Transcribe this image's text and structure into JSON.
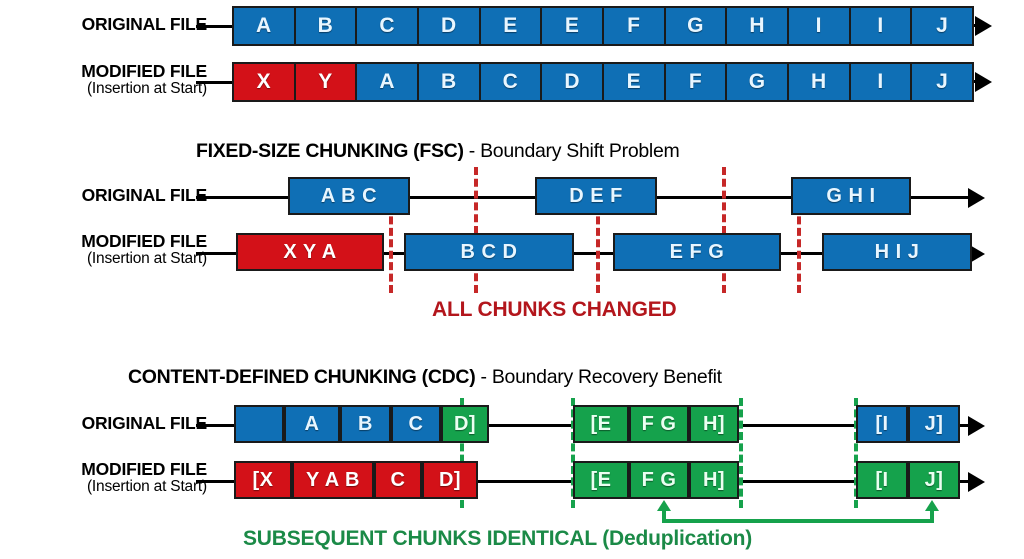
{
  "labels": {
    "original": "ORIGINAL FILE",
    "modified_main": "MODIFIED FILE",
    "modified_sub": "(Insertion at Start)"
  },
  "sections": {
    "top": {
      "original_cells": [
        "A",
        "B",
        "C",
        "D",
        "E",
        "E",
        "F",
        "G",
        "H",
        "I",
        "I",
        "J"
      ],
      "original_colors": [
        "blue",
        "blue",
        "blue",
        "blue",
        "blue",
        "blue",
        "blue",
        "blue",
        "blue",
        "blue",
        "blue",
        "blue"
      ],
      "modified_cells": [
        "X",
        "Y",
        "A",
        "B",
        "C",
        "D",
        "E",
        "F",
        "G",
        "H",
        "I",
        "J"
      ],
      "modified_colors": [
        "red",
        "red",
        "blue",
        "blue",
        "blue",
        "blue",
        "blue",
        "blue",
        "blue",
        "blue",
        "blue",
        "blue"
      ]
    },
    "fsc": {
      "title_strong": "FIXED-SIZE CHUNKING (FSC)",
      "title_light": " - Boundary Shift Problem",
      "original_chunks": [
        {
          "text": "A B C",
          "color": "blue"
        },
        {
          "text": "D E F",
          "color": "blue"
        },
        {
          "text": "G H I",
          "color": "blue"
        }
      ],
      "modified_chunks": [
        {
          "text": "X Y A",
          "color": "red"
        },
        {
          "text": "B C D",
          "color": "blue"
        },
        {
          "text": "E F G",
          "color": "blue"
        },
        {
          "text": "H I J",
          "color": "blue"
        }
      ],
      "caption": "ALL CHUNKS CHANGED",
      "caption_color": "#b3161c",
      "boundary_color": "#c62828"
    },
    "cdc": {
      "title_strong": "CONTENT-DEFINED CHUNKING (CDC)",
      "title_light": " - Boundary Recovery Benefit",
      "original_chunks": [
        {
          "text": "",
          "color": "blue"
        },
        {
          "text": "A",
          "color": "blue"
        },
        {
          "text": "B",
          "color": "blue"
        },
        {
          "text": "C",
          "color": "blue"
        },
        {
          "text": "D]",
          "color": "green"
        },
        {
          "text": "[E",
          "color": "green"
        },
        {
          "text": "F G",
          "color": "green"
        },
        {
          "text": "H]",
          "color": "green"
        },
        {
          "text": "[I",
          "color": "blue"
        },
        {
          "text": "J]",
          "color": "blue"
        }
      ],
      "modified_chunks": [
        {
          "text": "[X",
          "color": "red"
        },
        {
          "text": "Y A B",
          "color": "red"
        },
        {
          "text": "C",
          "color": "red"
        },
        {
          "text": "D]",
          "color": "red"
        },
        {
          "text": "[E",
          "color": "green"
        },
        {
          "text": "F G",
          "color": "green"
        },
        {
          "text": "H]",
          "color": "green"
        },
        {
          "text": "[I",
          "color": "green"
        },
        {
          "text": "J]",
          "color": "green"
        }
      ],
      "caption": "SUBSEQUENT CHUNKS IDENTICAL (Deduplication)",
      "caption_color": "#1b8a47",
      "boundary_color": "#16a24c"
    }
  },
  "colors": {
    "blue": "#0f6fb5",
    "red": "#d31118",
    "green": "#15a24c",
    "background": "#ffffff",
    "stroke": "#1a1a1a"
  }
}
